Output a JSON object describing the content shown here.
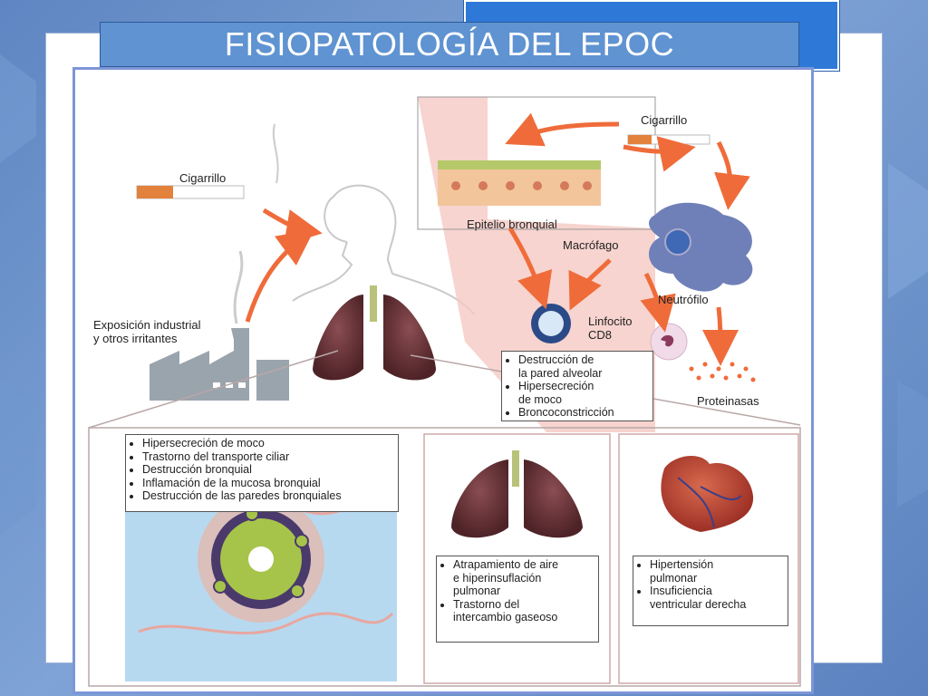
{
  "slide": {
    "title": "FISIOPATOLOGÍA DEL EPOC"
  },
  "diagram": {
    "labels": {
      "cigarette_left": "Cigarrillo",
      "cigarette_right": "Cigarrillo",
      "industrial": "Exposición industrial\ny otros irritantes",
      "epithelium": "Epitelio bronquial",
      "macrophage": "Macrófago",
      "neutrophil": "Neutrófilo",
      "lymphocyte": "Linfocito\nCD8",
      "proteinases": "Proteinasas"
    },
    "effects_box": {
      "items": [
        "Destrucción de\nla pared alveolar",
        "Hipersecreción\nde moco",
        "Broncoconstricción"
      ]
    },
    "bronchi_box": {
      "items": [
        "Hipersecreción de moco",
        "Trastorno del transporte ciliar",
        "Destrucción bronquial",
        "Inflamación de la mucosa bronquial",
        "Destrucción de las paredes bronquiales"
      ]
    },
    "lungs_box": {
      "items": [
        "Atrapamiento de aire\ne hiperinsuflación\npulmonar",
        "Trastorno del\nintercambio gaseoso"
      ]
    },
    "heart_box": {
      "items": [
        "Hipertensión\npulmonar",
        "Insuficiencia\nventricular derecha"
      ]
    }
  },
  "colors": {
    "arrow": "#ef6c3a",
    "lung": "#6e3a3f",
    "macrophage": "#6f7fb8",
    "airway": "#b7d9ef"
  }
}
